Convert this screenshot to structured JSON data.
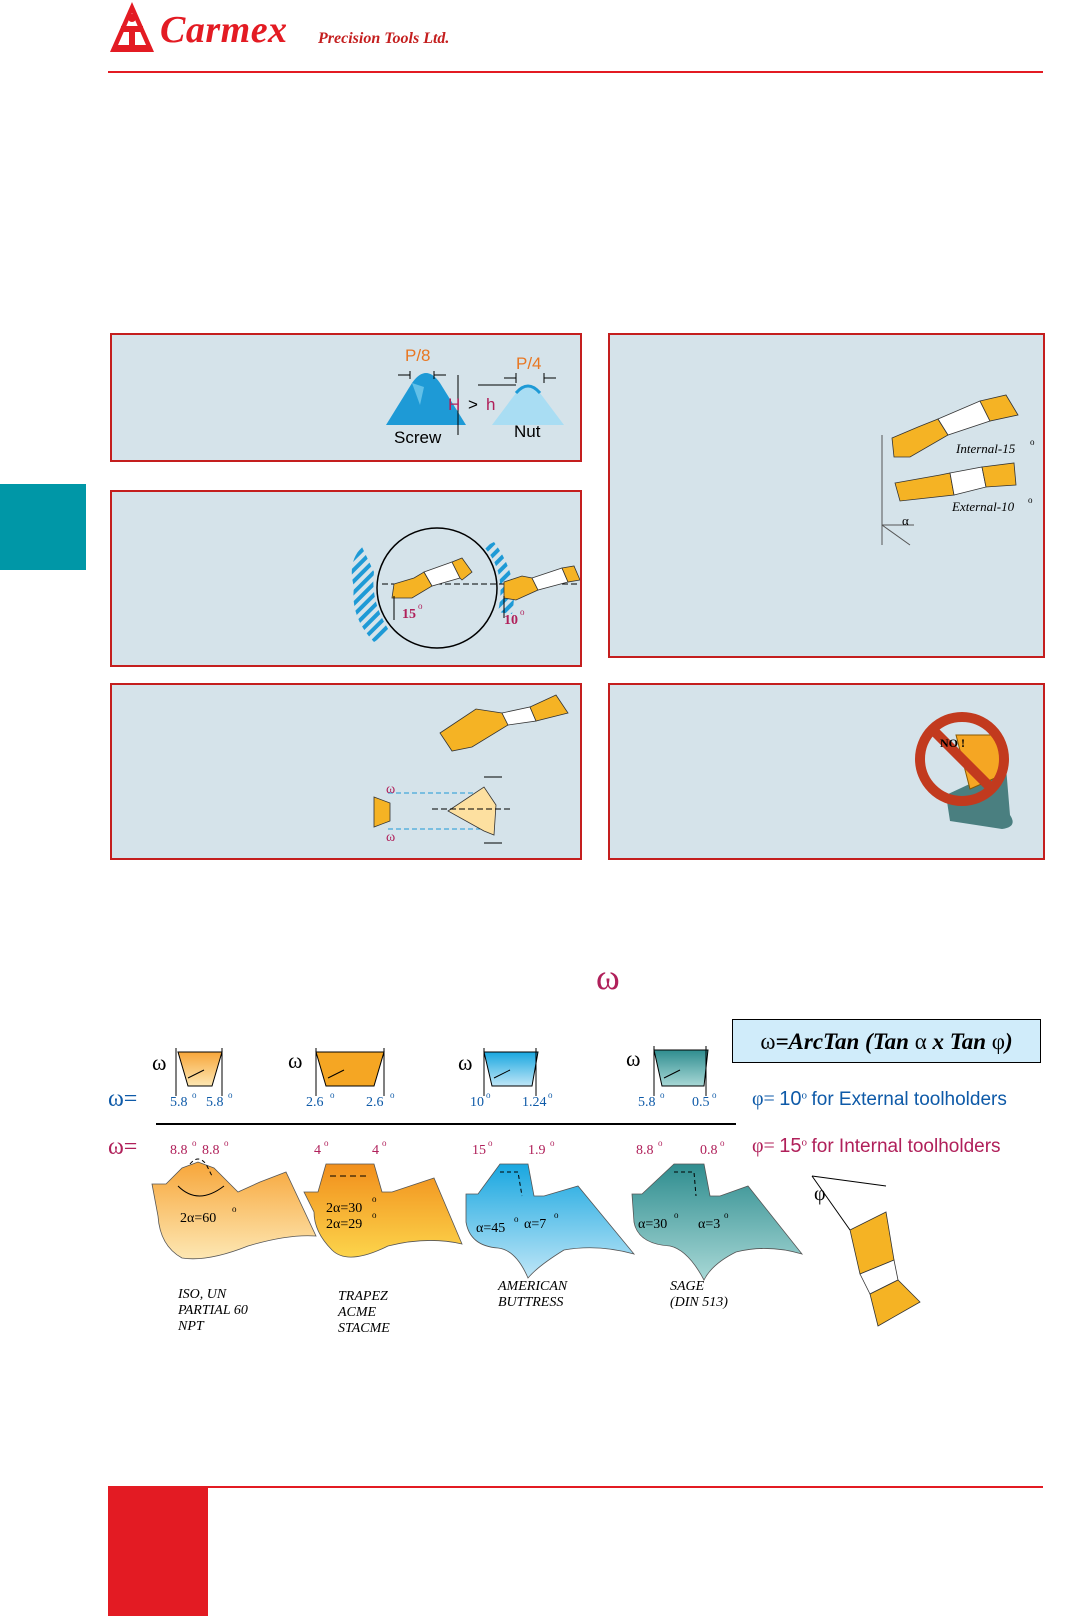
{
  "header": {
    "brand": "Carmex",
    "tagline": "Precision Tools Ltd.",
    "logo_mark": "CT",
    "colors": {
      "brand_red": "#e31b23",
      "teal": "#0097a7",
      "panel_bg": "#d5e3ea"
    }
  },
  "panel_thread": {
    "p8": "P/8",
    "p4": "P/4",
    "H": "H",
    "gt": ">",
    "h": "h",
    "screw": "Screw",
    "nut": "Nut"
  },
  "panel_angles": {
    "a15": "15",
    "a10": "10",
    "deg": "o"
  },
  "panel_inserts": {
    "internal": "Internal-15",
    "external": "External-10",
    "deg": "o",
    "alpha": "α"
  },
  "panel_omega": {
    "w1": "ω",
    "w2": "ω"
  },
  "panel_no": {
    "label": "NO !"
  },
  "omega_title": "ω",
  "formula": {
    "w": "ω",
    "rest": "=ArcTan (Tan",
    "alpha": "α",
    "x": "x Tan",
    "phi": "φ",
    "close": ")"
  },
  "row_labels": {
    "w_ext": "ω=",
    "w_int": "ω="
  },
  "phi_notes": {
    "ext": {
      "phi": "φ=",
      "value": "10",
      "deg": "o",
      "text": "for External toolholders"
    },
    "int": {
      "phi": "φ=",
      "value": "15",
      "deg": "o",
      "text": "for Internal toolholders"
    }
  },
  "profiles": [
    {
      "w_sym": "ω",
      "ext": [
        "5.8",
        "5.8"
      ],
      "int": [
        "8.8",
        "8.8"
      ],
      "angles": [
        "2α=60"
      ],
      "names": [
        "ISO, UN",
        "PARTIAL 60",
        "NPT"
      ]
    },
    {
      "w_sym": "ω",
      "ext": [
        "2.6",
        "2.6"
      ],
      "int": [
        "4",
        "4"
      ],
      "angles": [
        "2α=30",
        "2α=29"
      ],
      "names": [
        "TRAPEZ",
        "ACME",
        "STACME"
      ]
    },
    {
      "w_sym": "ω",
      "ext": [
        "10",
        "1.24"
      ],
      "int": [
        "15",
        "1.9"
      ],
      "angles": [
        "α=45",
        "α=7"
      ],
      "names": [
        "AMERICAN",
        "BUTTRESS"
      ]
    },
    {
      "w_sym": "ω",
      "ext": [
        "5.8",
        "0.5"
      ],
      "int": [
        "8.8",
        "0.8"
      ],
      "angles": [
        "α=30",
        "α=3"
      ],
      "names": [
        "SAGE",
        "(DIN 513)"
      ]
    }
  ],
  "phi_diagram": {
    "phi": "φ"
  },
  "deg": "o"
}
